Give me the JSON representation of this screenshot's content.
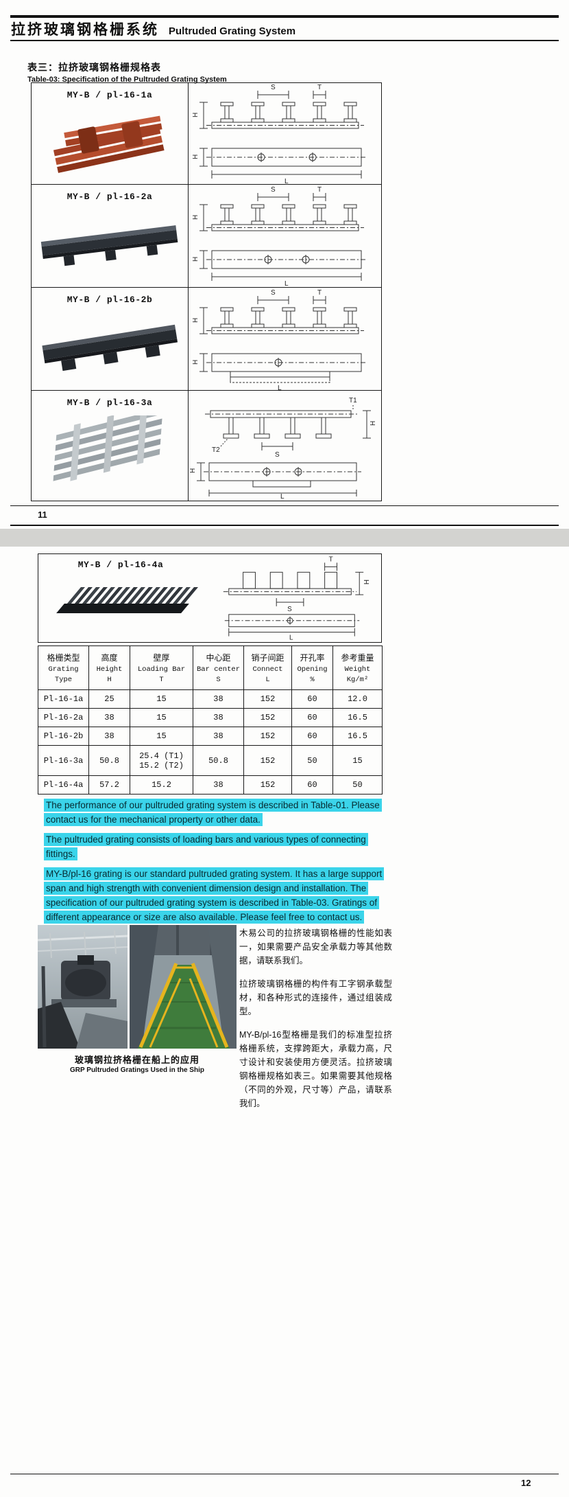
{
  "doc": {
    "header": {
      "title_zh": "拉挤玻璃钢格栅系统",
      "title_en": "Pultruded Grating System"
    },
    "table_caption": {
      "zh": "表三：拉挤玻璃钢格栅规格表",
      "en": "Table-03: Specification of the Pultruded Grating System"
    },
    "products": [
      {
        "model": "MY-B / pl-16-1a"
      },
      {
        "model": "MY-B / pl-16-2a"
      },
      {
        "model": "MY-B / pl-16-2b"
      },
      {
        "model": "MY-B / pl-16-3a"
      },
      {
        "model": "MY-B / pl-16-4a"
      }
    ],
    "diagram_labels": {
      "s": "S",
      "t": "T",
      "h": "H",
      "l": "L",
      "t1": "T1",
      "t2": "T2"
    },
    "spec_table": {
      "headers": [
        {
          "zh": "格栅类型",
          "en": "Grating",
          "sym": "Type"
        },
        {
          "zh": "高度",
          "en": "Height",
          "sym": "H"
        },
        {
          "zh": "壁厚",
          "en": "Loading Bar",
          "sym": "T"
        },
        {
          "zh": "中心距",
          "en": "Bar center",
          "sym": "S"
        },
        {
          "zh": "销子间距",
          "en": "Connect",
          "sym": "L"
        },
        {
          "zh": "开孔率",
          "en": "Opening",
          "sym": "%"
        },
        {
          "zh": "参考重量",
          "en": "Weight",
          "sym": "Kg/m²"
        }
      ],
      "rows": [
        [
          "Pl-16-1a",
          "25",
          "15",
          "38",
          "152",
          "60",
          "12.0"
        ],
        [
          "Pl-16-2a",
          "38",
          "15",
          "38",
          "152",
          "60",
          "16.5"
        ],
        [
          "Pl-16-2b",
          "38",
          "15",
          "38",
          "152",
          "60",
          "16.5"
        ],
        [
          "Pl-16-3a",
          "50.8",
          "25.4 (T1)\n15.2 (T2)",
          "50.8",
          "152",
          "50",
          "15"
        ],
        [
          "Pl-16-4a",
          "57.2",
          "15.2",
          "38",
          "152",
          "60",
          "50"
        ]
      ]
    },
    "english_paragraphs": [
      "The performance of our pultruded grating system is described in Table-01. Please contact us for the mechanical property or other data.",
      "The pultruded grating consists of loading bars and various types of connecting fittings.",
      "MY-B/pl-16 grating is our standard pultruded grating system. It has a large support span and high strength with convenient dimension design and installation. The specification of our pultruded grating system is described in Table-03. Gratings of different appearance or size are also available. Please feel free to contact us."
    ],
    "chinese_paragraphs": [
      "木易公司的拉挤玻璃钢格栅的性能如表一，如果需要产品安全承载力等其他数据，请联系我们。",
      "拉挤玻璃钢格栅的构件有工字钢承载型材，和各种形式的连接件，通过组装成型。",
      "MY-B/pl-16型格栅是我们的标准型拉挤格栅系统，支撑跨距大，承载力高，尺寸设计和安装使用方便灵活。拉挤玻璃钢格栅规格如表三。如果需要其他规格（不同的外观，尺寸等）产品，请联系我们。"
    ],
    "photo_caption": {
      "zh": "玻璃钢拉挤格栅在船上的应用",
      "en": "GRP Pultruded Gratings Used in the Ship"
    },
    "page_numbers": {
      "p1": "11",
      "p2": "12"
    },
    "colors": {
      "highlight": "#3bd4ea",
      "product_rust": "#b04a2c",
      "grating_green": "#3f7c3c",
      "railing_yellow": "#e6b41e"
    }
  }
}
